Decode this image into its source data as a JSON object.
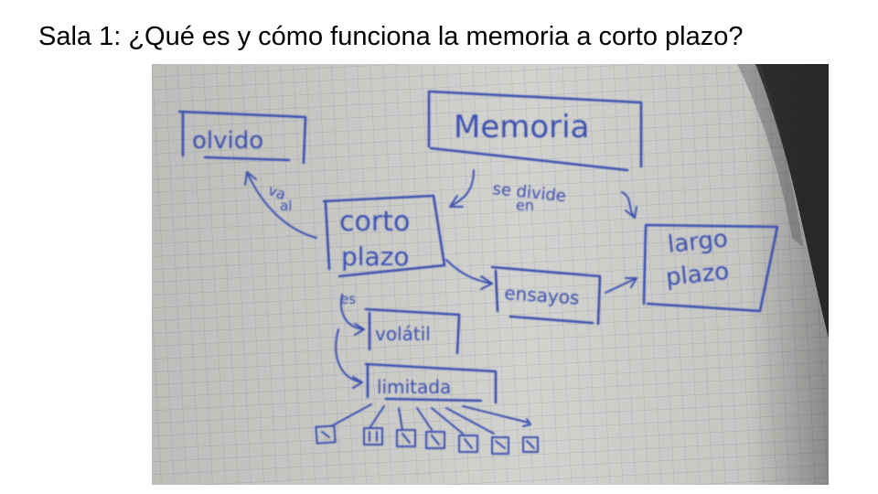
{
  "slide": {
    "title": "Sala 1: ¿Qué es y cómo funciona la memoria a corto plazo?"
  },
  "diagram": {
    "nodes": {
      "memoria": "Memoria",
      "olvido": "olvido",
      "corto_plazo_1": "corto",
      "corto_plazo_2": "plazo",
      "largo_plazo_1": "largo",
      "largo_plazo_2": "plazo",
      "ensayos": "ensayos",
      "volatil": "volátil",
      "limitada": "limitada"
    },
    "edge_labels": {
      "se_divide_1": "se divide",
      "se_divide_2": "en",
      "va_al_1": "va",
      "va_al_2": "al",
      "es": "es"
    },
    "ink_color": "#3b4fb0",
    "paper_color": "#cfcfcc"
  }
}
